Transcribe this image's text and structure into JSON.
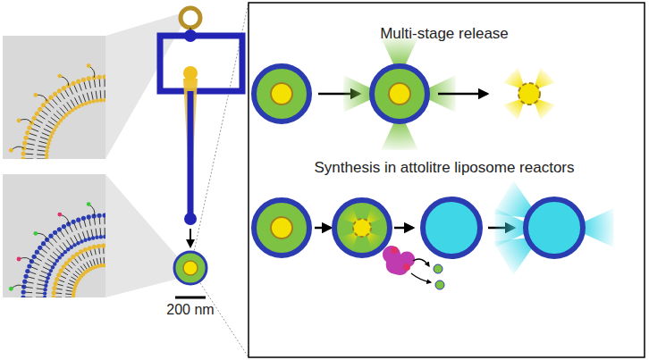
{
  "diagram": {
    "labels": [
      "Multi-stage release",
      "Synthesis in attolitre liposome reactors",
      "200 nm"
    ]
  }
}
